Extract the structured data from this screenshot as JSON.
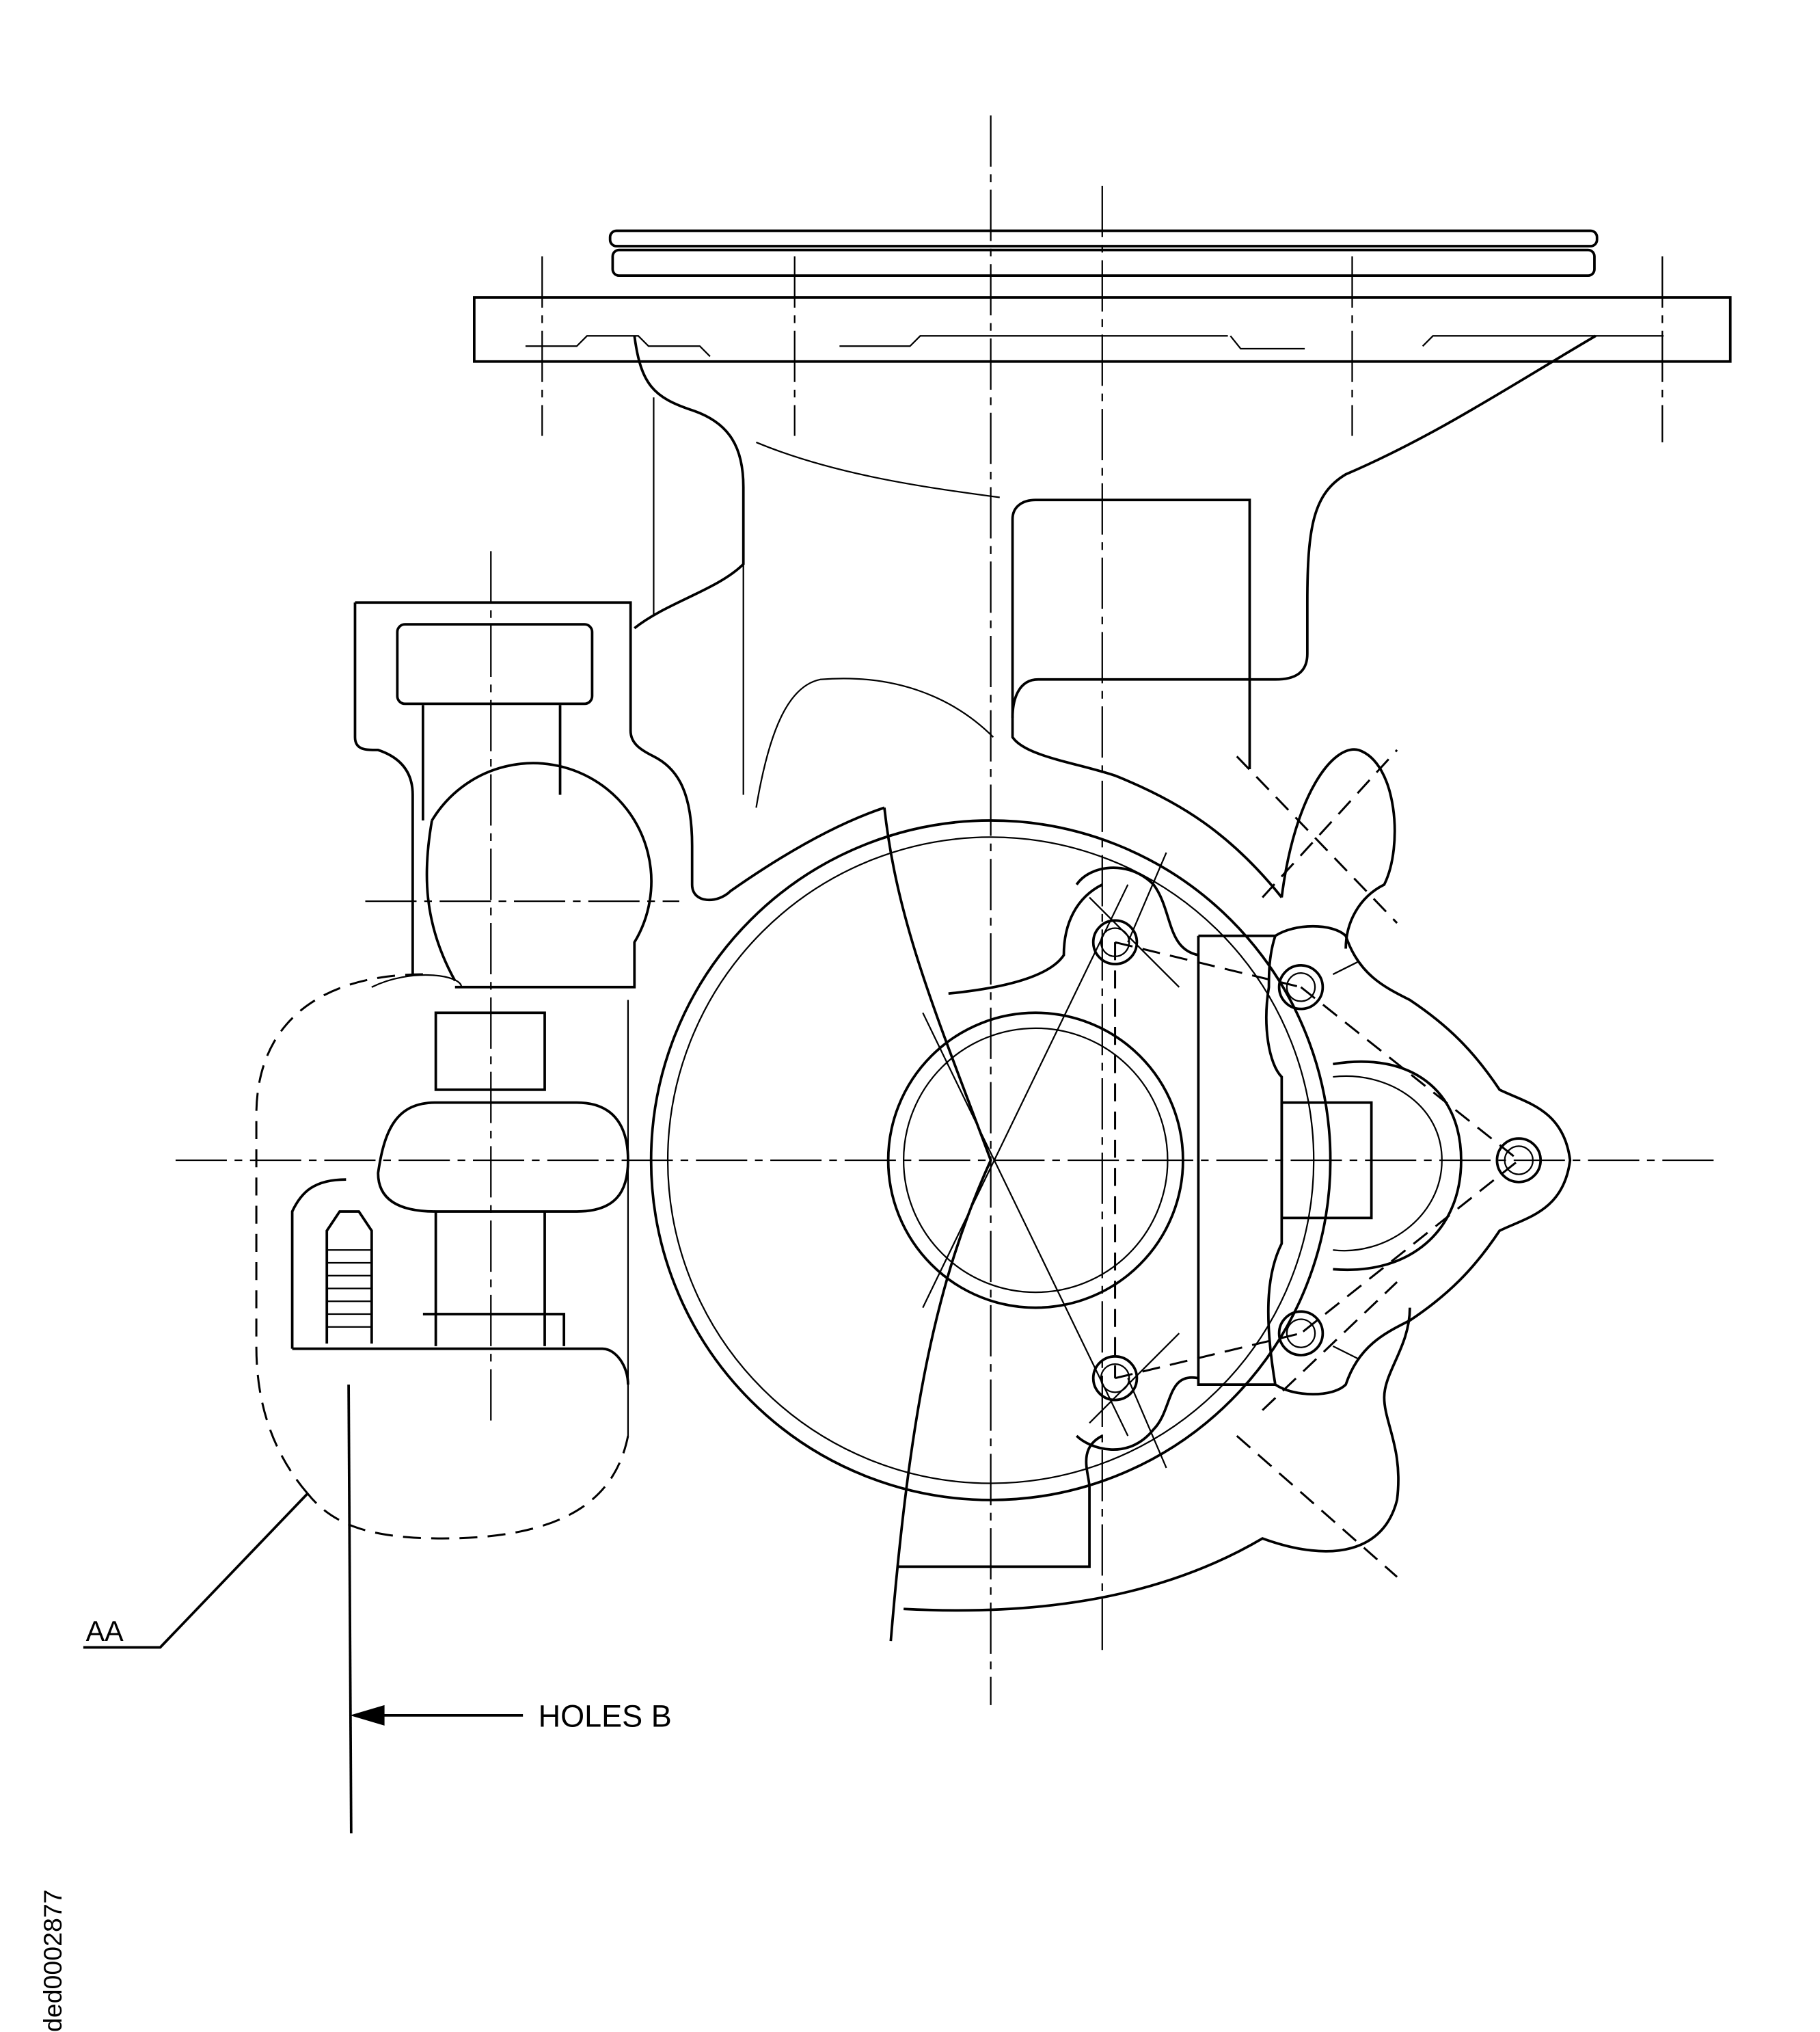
{
  "labels": {
    "detail": "AA",
    "holes": "HOLES B",
    "drawing_id": "ded0002877"
  },
  "colors": {
    "line": "#000000",
    "background": "#ffffff"
  }
}
